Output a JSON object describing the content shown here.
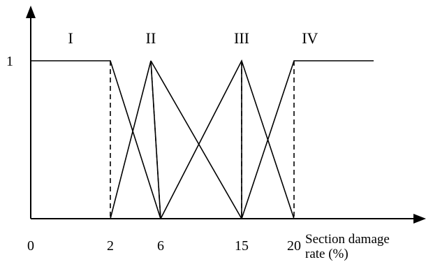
{
  "chart_data": {
    "type": "line",
    "title": "",
    "xlabel_line1": "Section   damage",
    "xlabel_line2": "rate (%)",
    "ylabel": "",
    "y_ticks": [
      {
        "value": 1,
        "label": "1"
      }
    ],
    "x_ticks": [
      {
        "value": 0,
        "label": "0"
      },
      {
        "value": 2,
        "label": "2"
      },
      {
        "value": 6,
        "label": "6"
      },
      {
        "value": 15,
        "label": "15"
      },
      {
        "value": 20,
        "label": "20"
      }
    ],
    "region_labels": [
      {
        "label": "I",
        "x": 1
      },
      {
        "label": "II",
        "x": 5
      },
      {
        "label": "III",
        "x": 15
      },
      {
        "label": "IV",
        "x": 22
      }
    ],
    "ylim": [
      0,
      1
    ],
    "grid": false,
    "series": [
      {
        "points": [
          [
            0,
            1
          ],
          [
            2,
            1
          ],
          [
            6,
            0
          ]
        ]
      },
      {
        "points": [
          [
            2,
            0
          ],
          [
            5,
            1
          ],
          [
            6,
            0
          ]
        ]
      },
      {
        "points": [
          [
            5,
            1
          ],
          [
            15,
            0
          ]
        ]
      },
      {
        "points": [
          [
            6,
            0
          ],
          [
            15,
            1
          ],
          [
            20,
            0
          ]
        ]
      },
      {
        "points": [
          [
            15,
            1
          ],
          [
            15,
            0
          ]
        ]
      },
      {
        "points": [
          [
            15,
            0
          ],
          [
            20,
            1
          ],
          [
            30,
            1
          ]
        ]
      }
    ],
    "dashed_lines": [
      {
        "points": [
          [
            2,
            1
          ],
          [
            2,
            0
          ]
        ]
      },
      {
        "points": [
          [
            5,
            1
          ],
          [
            6,
            0
          ]
        ]
      },
      {
        "points": [
          [
            15,
            1
          ],
          [
            15,
            0
          ]
        ]
      },
      {
        "points": [
          [
            20,
            1
          ],
          [
            20,
            0
          ]
        ]
      }
    ]
  }
}
